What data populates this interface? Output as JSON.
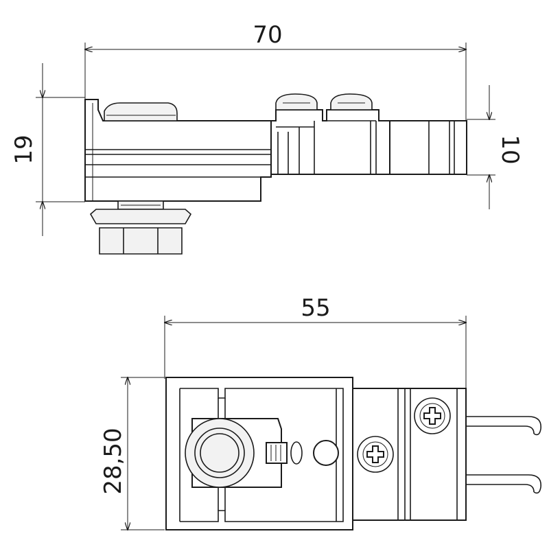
{
  "dimensions": {
    "side_length": "70",
    "side_height": "19",
    "side_tail": "10",
    "top_length": "55",
    "top_width": "28,50"
  }
}
